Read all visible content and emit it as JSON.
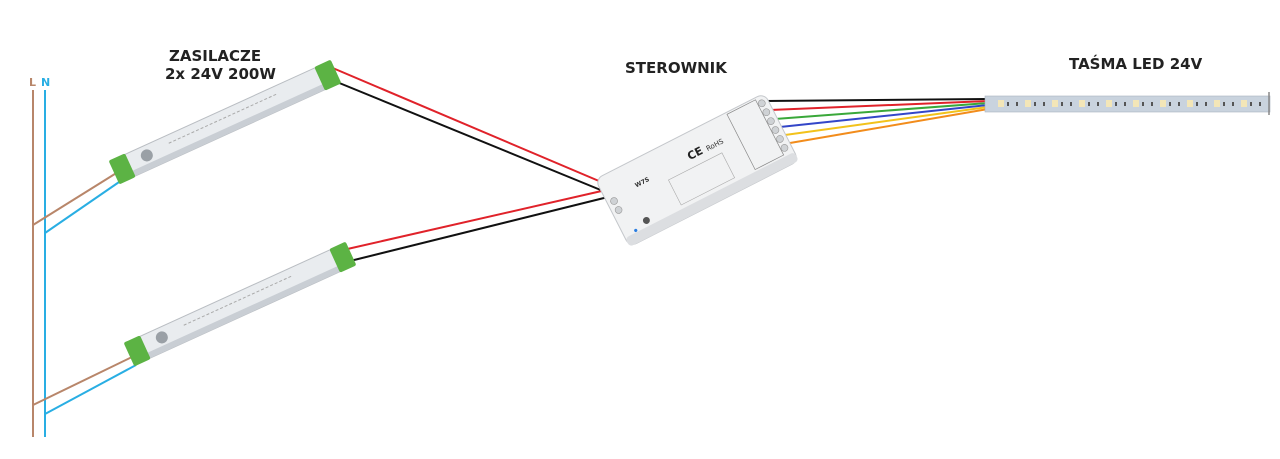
{
  "labels": {
    "power_supplies_title": "ZASILACZE",
    "power_supplies_spec": "2x 24V 200W",
    "controller_title": "STEROWNIK",
    "strip_title": "TAŚMA LED 24V",
    "line_L": "L",
    "line_N": "N"
  },
  "controller": {
    "model": "W7S",
    "ce": "CE",
    "rohs": "RoHS"
  },
  "colors": {
    "live": "#b8866a",
    "neutral": "#29aee3",
    "positive": "#e0222a",
    "negative": "#111111",
    "psu_cap": "#5cb344",
    "output_wires": [
      "#111111",
      "#e0222a",
      "#3aa83a",
      "#3346c8",
      "#f2c21b",
      "#f28c1b"
    ]
  }
}
